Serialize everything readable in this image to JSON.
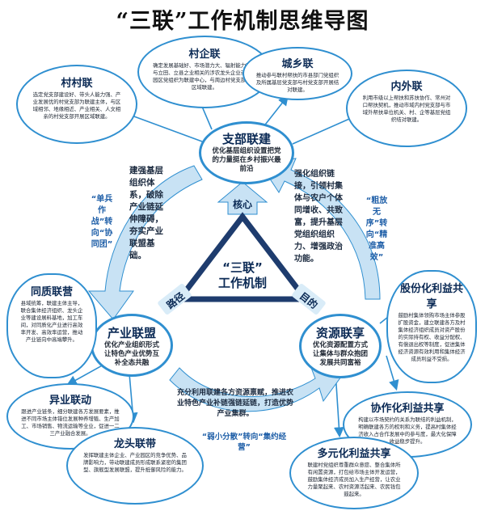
{
  "title": "“三联”工作机制思维导图",
  "center": {
    "line1": "“三联”",
    "line2": "工作机制"
  },
  "labels": {
    "core": "核心",
    "path": "路径",
    "goal": "目的"
  },
  "hubs": {
    "branch": {
      "title": "支部联建",
      "desc": "优化基层组织设置把党的力量挺在乡村振兴最前沿"
    },
    "industry": {
      "title": "产业联盟",
      "desc": "优化产业组织形式让特色产业优势互补全态共融"
    },
    "resource": {
      "title": "资源联享",
      "desc": "优化资源配置方式让集体与群众抱团发展共同富裕"
    }
  },
  "bubbles": {
    "village_enterprise": {
      "title": "村企联",
      "desc": "确定发展基础好、市场潜力大、辐射能力强并与立田、立县之业相关的涉农龙头企业或产业园区党组织为联建中心，与周边村党支部进行区域联建。"
    },
    "urban_rural": {
      "title": "城乡联",
      "desc": "推动参与联村帮扶的市县部门党组织及所属基层党支部与村党支部开展结对联建。"
    },
    "village_village": {
      "title": "村村联",
      "desc": "选定党支部建设好、带头人能力强、产业发展优的村党支部为联建主体，与区域相邻、地缘相近、产业相关、人文相亲的村党支部开展区域联建。"
    },
    "inner_outer": {
      "title": "内外联",
      "desc": "利用市级以上帮扶和苏扶协作、常州对口帮扶契机，推动市域内村党支部与市域外帮扶单位机关、村、企等基层党组织结对联建。"
    },
    "homogeneous": {
      "title": "同质联营",
      "desc": "县域统筹，联建主体主导，联合集体经济组织、龙头企业等建设展料基地，加工车间，对同质化产业进行高效率开发、高效率运营，推动产业链向中高端攀升。"
    },
    "heterogeneous": {
      "title": "异业联动",
      "desc": "跟进产业链条，细分联建各方发展要素，推进不同市场主体错位发展种养增殖、生产加工、市场销售、物流运输等全业，促进一二三产业融合发展。"
    },
    "leading": {
      "title": "龙头联带",
      "desc": "发挥联建主体企业、产业园区的竞争优势、品牌影响力，带动联建成员形成联系紧密的集团型、旗舰型发展联盟，提升抵御风险的能力。"
    },
    "shareholding": {
      "title": "股份化利益共享",
      "desc": "鼓励村集体领购市场主体参股扩股资金，建立联建各方及村集体经济组织成员对资产股份的实际持有权、收益分配权、有偿退出权等制度，促进集体经济资源有效利用和集体经济成员利益不受损。"
    },
    "cooperative": {
      "title": "协作化利益共享",
      "desc": "构建以市场契约的关系为联结的利益机制，明确联建各方的权利和义务，提高村集体经济收入占合作发展中的参与度，最大化保障收益稳步提升。"
    },
    "diversified": {
      "title": "多元化利益共享",
      "desc": "联建村党组织尊重群众意愿、整合集体所有闲置资源，打包给市场主体开发运营，鼓励集体经济成员加入生产经营，让农业力量聚起来、农村资源活起来、农民钱包鼓起来。"
    }
  },
  "blocks": {
    "left_mid": "建强基层组织体系，破除产业链延伸障碍，夯实产业联盟基础。",
    "right_mid": "强化组织链接，引领村集体与农户个体同增收、共致富，提升基层党组织组织力、增强政治功能。",
    "bottom_mid": "充分利用联建各方资源禀赋，推进农业特色产业补链强链延链，打造优势产业集群。"
  },
  "tags": {
    "left": "“单兵作战”转向“协同团”",
    "right": "“粗放无序”转向“精准高效”",
    "bottom": "“弱小分散”转向“集约经营”"
  },
  "colors": {
    "accent": "#2f8fd0",
    "arrow": "#c8e2f4",
    "navy": "#0b2a55",
    "triangle": "#1e3c6e"
  }
}
